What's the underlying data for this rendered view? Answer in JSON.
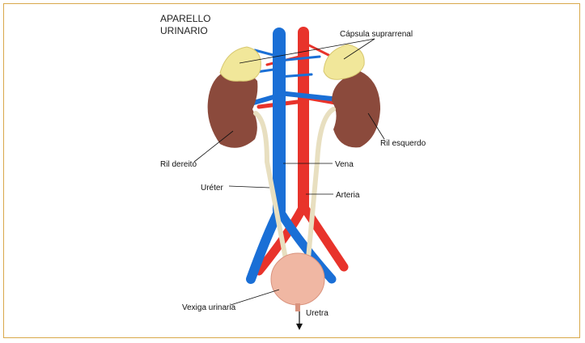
{
  "title": {
    "line1": "APARELLO",
    "line2": "URINARIO"
  },
  "labels": {
    "adrenal": "Cápsula suprarrenal",
    "right_kidney": "Ril dereito",
    "left_kidney": "Ril esquerdo",
    "vein": "Vena",
    "ureter": "Uréter",
    "artery": "Arteria",
    "bladder": "Vexiga urinaria",
    "urethra": "Uretra"
  },
  "colors": {
    "vein": "#1a6fd6",
    "artery": "#e8332b",
    "kidney": "#8b4a3c",
    "adrenal": "#f1e79a",
    "ureter": "#e8dfc0",
    "bladder": "#f0b7a3",
    "frame": "#d9a84a"
  }
}
